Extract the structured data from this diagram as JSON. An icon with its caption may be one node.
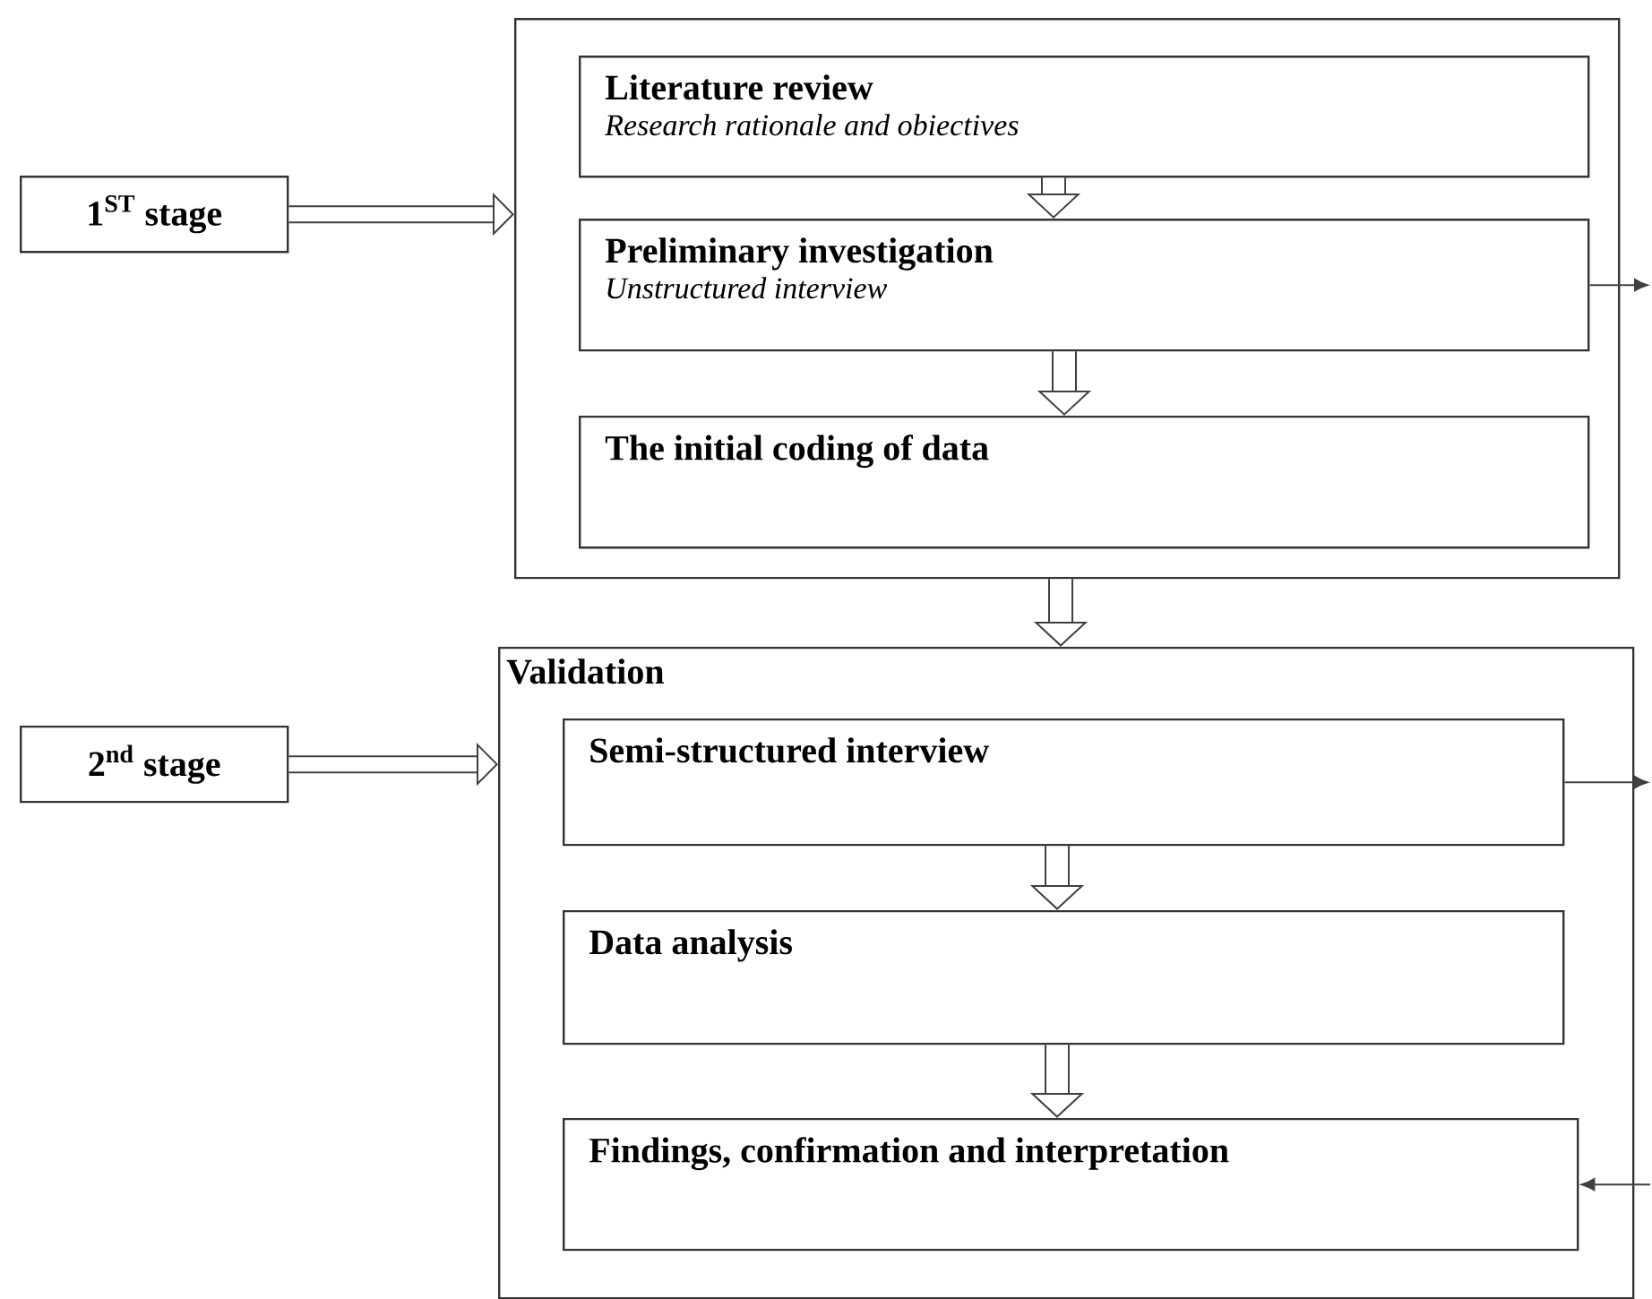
{
  "diagram": {
    "nodes": [
      {
        "text": [
          "1$^{ST}$ stage"
        ]
      },
      {
        "text": [],
        "shape": "box"
      },
      {
        "text": [
          "Literature review",
          "Research rationale and obiectives"
        ],
        "in": 1
      },
      {
        "text": [
          "Preliminary investigation",
          "Unstructured interview"
        ],
        "in": 1
      },
      {
        "text": [
          "The initial coding of data"
        ],
        "in": 1
      },
      {
        "text": [
          "2$^{nd}$ stage"
        ]
      },
      {
        "text": [
          "Validation"
        ]
      },
      {
        "text": [
          "Semi-structured interview"
        ],
        "in": 6
      },
      {
        "text": [
          "Data analysis"
        ],
        "in": 6
      },
      {
        "text": [
          "Findings, confirmation and interpretation"
        ],
        "in": 6
      }
    ],
    "edges": [
      {
        "from": 0,
        "to": 1,
        "arrow": "to"
      },
      {
        "from": 2,
        "to": 3,
        "arrow": "to"
      },
      {
        "from": 3,
        "to": 4,
        "arrow": "to"
      },
      {
        "from": 1,
        "to": 6,
        "arrow": "to"
      },
      {
        "from": 5,
        "to": 6,
        "arrow": "to"
      },
      {
        "from": 7,
        "to": 8,
        "arrow": "to"
      },
      {
        "from": 8,
        "to": 9,
        "arrow": "to"
      },
      {
        "from": 3,
        "to": null,
        "arrow": "to"
      },
      {
        "from": 7,
        "to": null,
        "arrow": "to"
      },
      {
        "from": null,
        "to": 9,
        "arrow": "to"
      }
    ]
  }
}
